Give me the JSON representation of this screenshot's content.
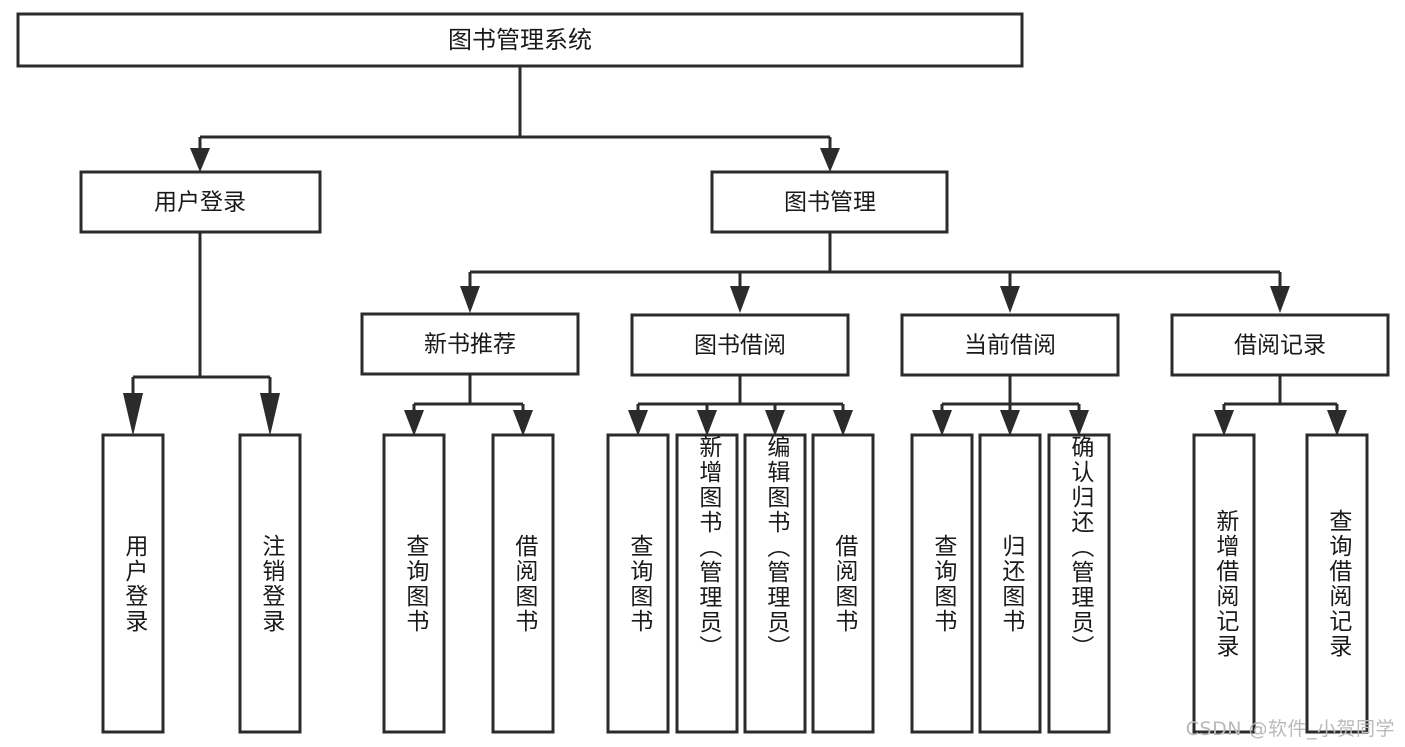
{
  "diagram": {
    "type": "tree",
    "title": "图书管理系统",
    "watermark": "CSDN @软件_小贺同学",
    "colors": {
      "stroke": "#2b2b2b",
      "fill": "#ffffff",
      "text": "#1a1a1a",
      "watermark": "#b9b9b9"
    },
    "root": {
      "label": "图书管理系统",
      "level": 1
    },
    "level2": [
      {
        "label": "用户登录"
      },
      {
        "label": "图书管理"
      }
    ],
    "level3": [
      {
        "label": "新书推荐"
      },
      {
        "label": "图书借阅"
      },
      {
        "label": "当前借阅"
      },
      {
        "label": "借阅记录"
      }
    ],
    "leaves": {
      "user_login": [
        {
          "label": "用户登录"
        },
        {
          "label": "注销登录"
        }
      ],
      "new_book": [
        {
          "label": "查询图书"
        },
        {
          "label": "借阅图书"
        }
      ],
      "book_borrow": [
        {
          "label": "查询图书"
        },
        {
          "label": "新增图书（管理员）"
        },
        {
          "label": "编辑图书（管理员）"
        },
        {
          "label": "借阅图书"
        }
      ],
      "current_borrow": [
        {
          "label": "查询图书"
        },
        {
          "label": "归还图书"
        },
        {
          "label": "确认归还（管理员）"
        }
      ],
      "borrow_record": [
        {
          "label": "新增借阅记录"
        },
        {
          "label": "查询借阅记录"
        }
      ]
    }
  }
}
